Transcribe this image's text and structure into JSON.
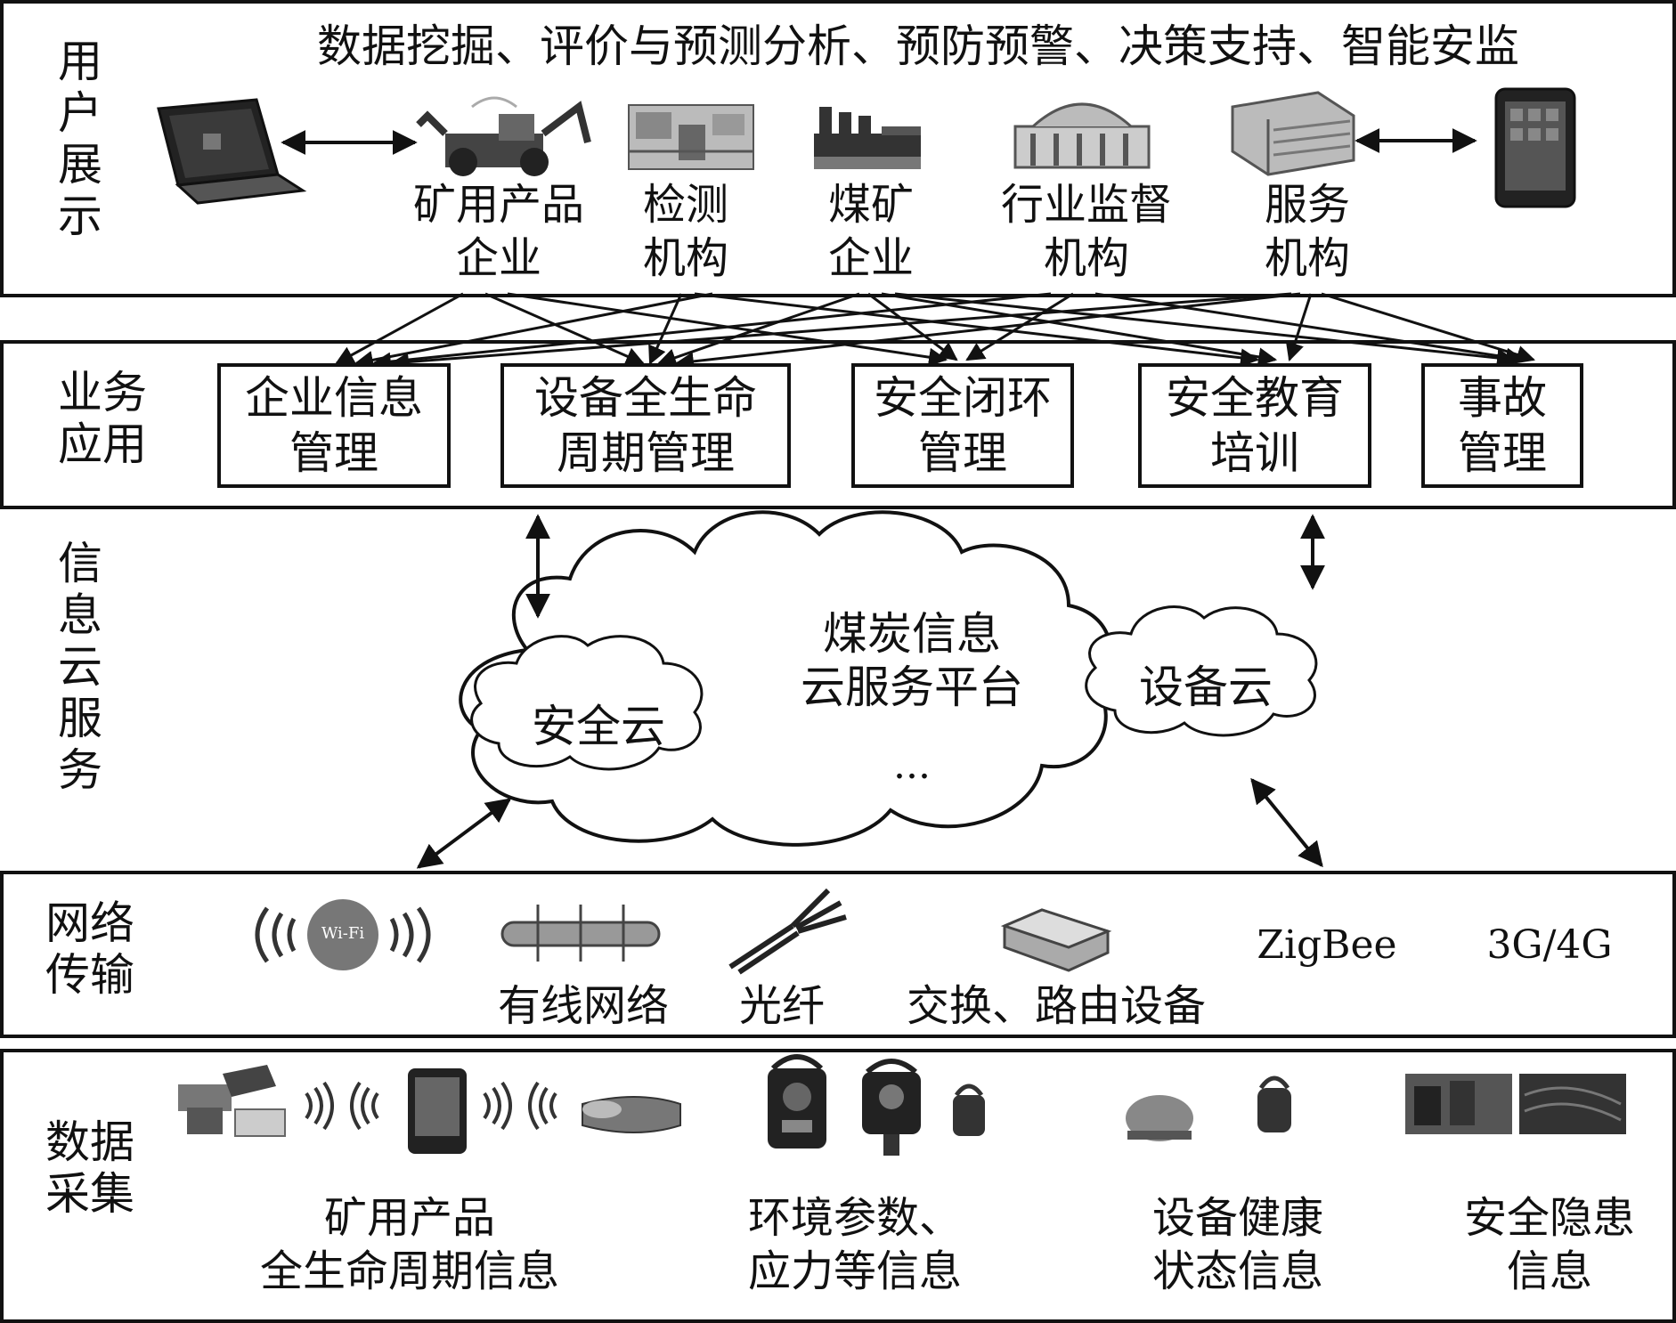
{
  "layers": {
    "user": {
      "label": "用\n户\n展\n示"
    },
    "business": {
      "label": "业务\n应用"
    },
    "cloud": {
      "label": "信\n息\n云\n服\n务"
    },
    "network": {
      "label": "网络\n传输"
    },
    "collection": {
      "label": "数据\n采集"
    }
  },
  "user_display": {
    "functions": "数据挖掘、评价与预测分析、预防预警、决策支持、智能安监",
    "entities": [
      {
        "label": "矿用产品\n企业",
        "icon": "excavator-icon"
      },
      {
        "label": "检测\n机构",
        "icon": "lab-icon"
      },
      {
        "label": "煤矿\n企业",
        "icon": "factory-icon"
      },
      {
        "label": "行业监督\n机构",
        "icon": "government-building-icon"
      },
      {
        "label": "服务\n机构",
        "icon": "office-building-icon"
      }
    ]
  },
  "business_apps": [
    "企业信息\n管理",
    "设备全生命\n周期管理",
    "安全闭环\n管理",
    "安全教育\n培训",
    "事故\n管理"
  ],
  "cloud_service": {
    "platform": "煤炭信息\n云服务平台",
    "safety_cloud": "安全云",
    "equipment_cloud": "设备云",
    "more": "..."
  },
  "network": {
    "wifi_badge": "Wi-Fi",
    "wired": "有线网络",
    "fiber": "光纤",
    "switch_router": "交换、路由设备",
    "zigbee": "ZigBee",
    "mobile": "3G/4G"
  },
  "data_collection": [
    "矿用产品\n全生命周期信息",
    "环境参数、\n应力等信息",
    "设备健康\n状态信息",
    "安全隐患\n信息"
  ]
}
